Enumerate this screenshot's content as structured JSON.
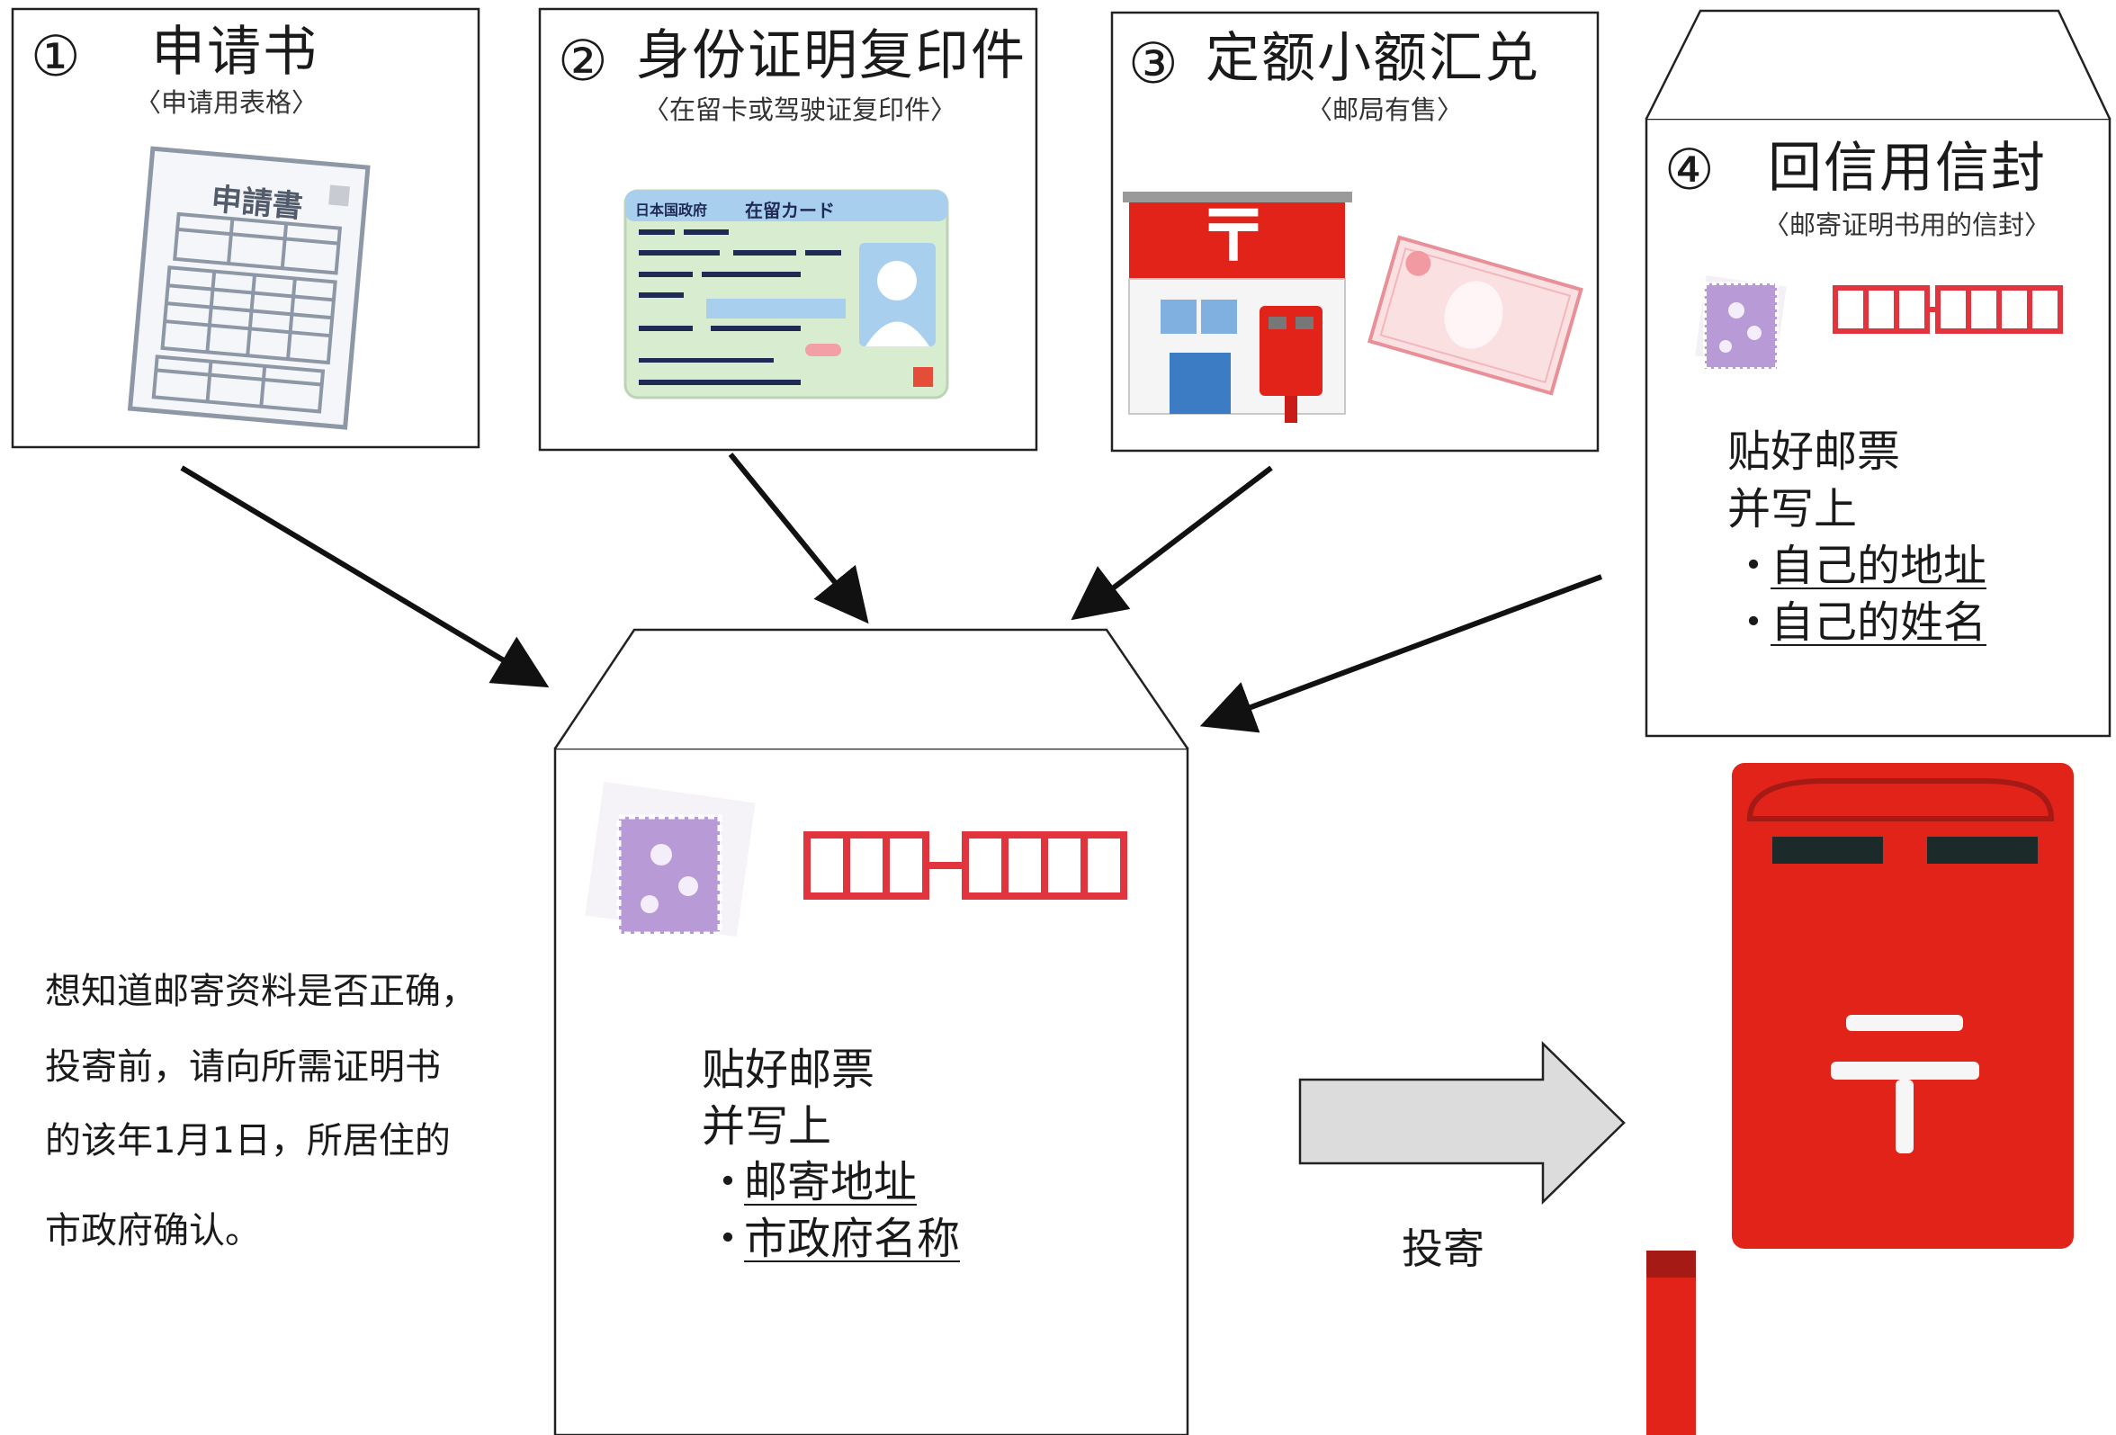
{
  "steps": [
    {
      "num": "①",
      "title": "申请书",
      "sub": "〈申请用表格〉"
    },
    {
      "num": "②",
      "title": "身份证明复印件",
      "sub": "〈在留卡或驾驶证复印件〉"
    },
    {
      "num": "③",
      "title": "定额小额汇兑",
      "sub": "〈邮局有售〉"
    },
    {
      "num": "④",
      "title": "回信用信封",
      "sub": "〈邮寄证明书用的信封〉"
    }
  ],
  "form_illustration": {
    "heading": "申請書"
  },
  "id_card": {
    "header_left": "日本国政府",
    "header_mid": "在留カード"
  },
  "return_envelope": {
    "line1": "贴好邮票",
    "line2": "并写上",
    "bullet": "・",
    "item1": "自己的地址",
    "item2": "自己的姓名"
  },
  "main_envelope": {
    "line1": "贴好邮票",
    "line2": "并写上",
    "bullet": "・",
    "item1": "邮寄地址",
    "item2": "市政府名称"
  },
  "note": {
    "line1": "想知道邮寄资料是否正确，",
    "line2": "投寄前，请向所需证明书",
    "line3": "的该年1月1日，所居住的",
    "line4": "市政府确认。"
  },
  "mail_action": "投寄",
  "postal_mark": "〒",
  "colors": {
    "post_red": "#e2231a",
    "stamp_purple": "#b79ad6",
    "card_green": "#d8ecd0",
    "card_blue": "#a9cfee",
    "arrow_fill": "#dcdcdc"
  }
}
